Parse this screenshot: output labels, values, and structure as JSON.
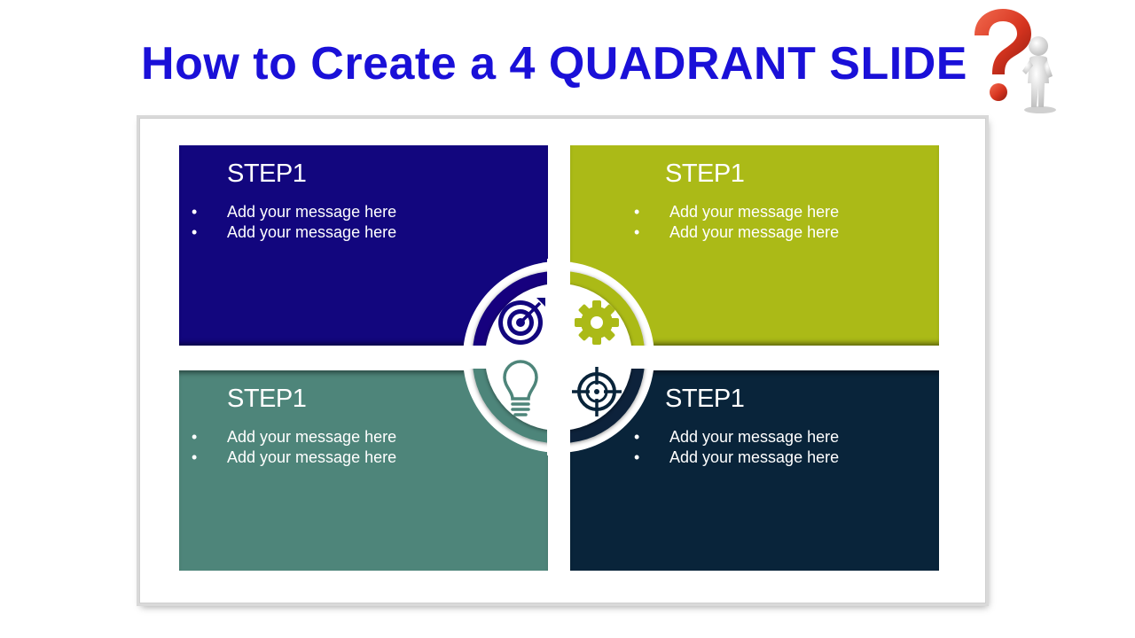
{
  "title": "How to Create a 4 QUADRANT SLIDE",
  "colors": {
    "title": "#1a10d8",
    "top_left": "#12067e",
    "top_right": "#abba17",
    "bottom_left": "#4e857a",
    "bottom_right": "#09243a"
  },
  "quadrants": [
    {
      "position": "top-left",
      "title": "STEP1",
      "bullets": [
        "Add your message here",
        "Add your message here"
      ],
      "icon": "target-arrow-icon"
    },
    {
      "position": "top-right",
      "title": "STEP1",
      "bullets": [
        "Add your message here",
        "Add your message here"
      ],
      "icon": "gear-icon"
    },
    {
      "position": "bottom-left",
      "title": "STEP1",
      "bullets": [
        "Add your message here",
        "Add your message here"
      ],
      "icon": "lightbulb-icon"
    },
    {
      "position": "bottom-right",
      "title": "STEP1",
      "bullets": [
        "Add your message here",
        "Add your message here"
      ],
      "icon": "crosshair-icon"
    }
  ],
  "decoration": {
    "icon": "question-mark-figure-icon"
  }
}
